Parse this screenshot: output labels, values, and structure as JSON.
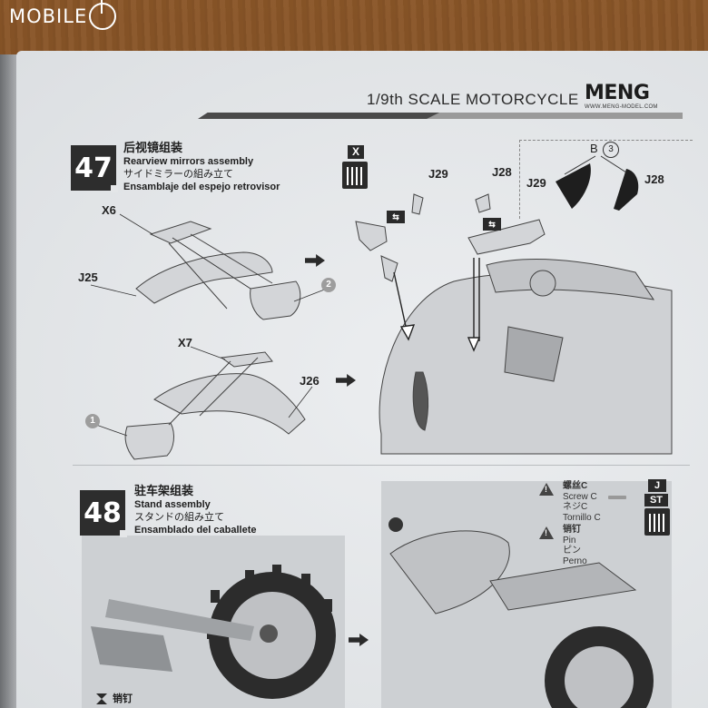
{
  "watermark": {
    "text": "MOBILE"
  },
  "header": {
    "title": "1/9th SCALE MOTORCYCLE",
    "logo": "MENG",
    "logo_url": "WWW.MENG-MODEL.COM"
  },
  "step47": {
    "number": "47",
    "title_zh": "后视镜组装",
    "title_en": "Rearview mirrors assembly",
    "title_ja": "サイドミラーの組み立て",
    "title_es": "Ensamblaje del espejo retrovisor",
    "labels": {
      "x6": "X6",
      "j25": "J25",
      "x7": "X7",
      "j26": "J26",
      "j29": "J29",
      "j28": "J28",
      "num1": "1",
      "num2": "2"
    },
    "trash_label": "X",
    "callout": {
      "part": "B",
      "part_num": "3",
      "left": "J29",
      "right": "J28"
    }
  },
  "step48": {
    "number": "48",
    "title_zh": "驻车架组装",
    "title_en": "Stand assembly",
    "title_ja": "スタンドの組み立て",
    "title_es": "Ensamblado del caballete",
    "screw": {
      "zh": "螺丝C",
      "en": "Screw C",
      "ja": "ネジC",
      "es": "Tornillo C"
    },
    "pin": {
      "zh": "销钉",
      "en": "Pin",
      "ja": "ピン",
      "es": "Perno"
    },
    "badges": {
      "j": "J",
      "st": "ST"
    },
    "bottom_label": "销钉"
  }
}
